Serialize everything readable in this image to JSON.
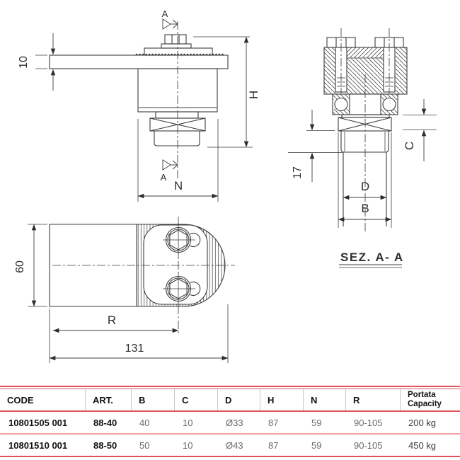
{
  "drawings": {
    "side_view": {
      "dim_thickness": "10",
      "dim_height": "H",
      "dim_width": "N",
      "section_top": "A",
      "section_bottom": "A"
    },
    "section_view": {
      "title": "SEZ.  A- A",
      "dim_stub": "17",
      "dim_c": "C",
      "dim_d": "D",
      "dim_b": "B"
    },
    "top_view": {
      "dim_height": "60",
      "dim_radius": "R",
      "dim_length": "131"
    }
  },
  "table": {
    "headers": {
      "code": "CODE",
      "art": "ART.",
      "b": "B",
      "c": "C",
      "d": "D",
      "h": "H",
      "n": "N",
      "r": "R",
      "capacity_line1": "Portata",
      "capacity_line2": "Capacity"
    },
    "rows": [
      {
        "code": "10801505 001",
        "art": "88-40",
        "b": "40",
        "c": "10",
        "d": "Ø33",
        "h": "87",
        "n": "59",
        "r": "90-105",
        "capacity": "200 kg"
      },
      {
        "code": "10801510 001",
        "art": "88-50",
        "b": "50",
        "c": "10",
        "d": "Ø43",
        "h": "87",
        "n": "59",
        "r": "90-105",
        "capacity": "450 kg"
      }
    ]
  },
  "colors": {
    "table_rule_red": "#df5359",
    "table_rule_light": "#efa1a1",
    "value_gray": "#6a6a6a",
    "drawing_line": "#3d3d3d"
  }
}
